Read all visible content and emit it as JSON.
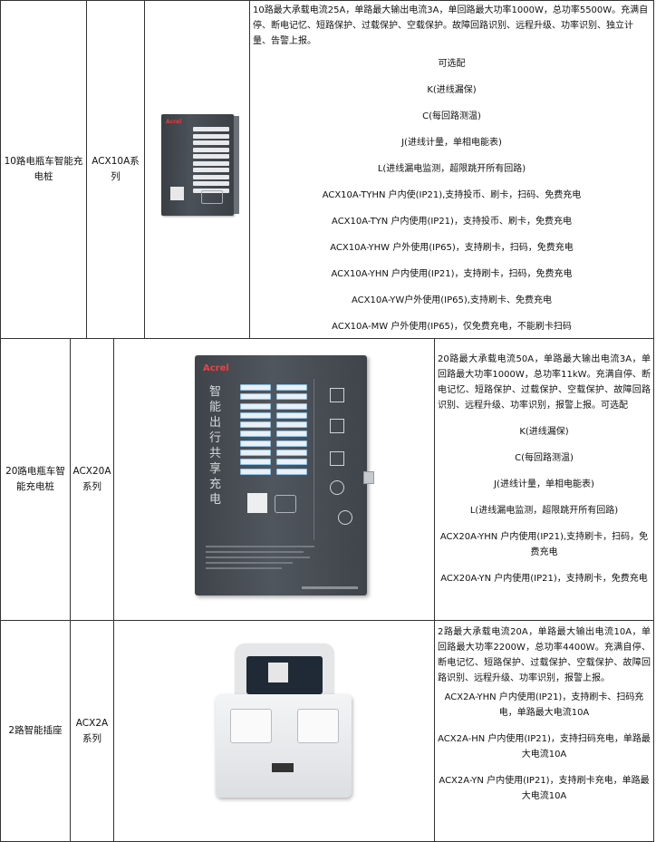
{
  "rows": [
    {
      "name": "10路电瓶车智能充电桩",
      "series": "ACX10A系列",
      "lead": "10路最大承载电流25A，单路最大输出电流3A，单回路最大功率1000W，总功率5500W。充满自停、断电记忆、短路保护、过载保护、空载保护。故障回路识别、远程升级、功率识别、独立计量、告警上报。",
      "options": [
        "可选配",
        "K(进线漏保)",
        "C(每回路测温)",
        "J(进线计量，单相电能表)",
        "L(进线漏电监测，超限跳开所有回路)"
      ],
      "models": [
        "ACX10A-TYHN 户内使(IP21),支持投币、刷卡，扫码、免费充电",
        "ACX10A-TYN 户内使用(IP21)，支持投币、刷卡，免费充电",
        "ACX10A-YHW 户外使用(IP65)，支持刷卡，扫码，免费充电",
        "ACX10A-YHN 户内使用(IP21)，支持刷卡，扫码，免费充电",
        "ACX10A-YW户外使用(IP65),支持刷卡、免费充电",
        "ACX10A-MW 户外使用(IP65)，仅免费充电，不能刷卡扫码"
      ],
      "device": {
        "logo": "Acrel"
      }
    },
    {
      "name": "20路电瓶车智能充电桩",
      "series": "ACX20A系列",
      "lead": "20路最大承载电流50A，单路最大输出电流3A，单回路最大功率1000W，总功率11kW。充满自停、断电记忆、短路保护、过载保护、空载保护、故障回路识别、远程升级、功率识别，报警上报。可选配",
      "options": [
        "K(进线漏保)",
        "C(每回路测温)",
        "J(进线计量，单相电能表)",
        "L(进线漏电监测，超限跳开所有回路)"
      ],
      "models": [
        "ACX20A-YHN 户内使用(IP21),支持刷卡，扫码，免费充电",
        "ACX20A-YN 户内使用(IP21)，支持刷卡，免费充电"
      ],
      "device": {
        "logo": "Acrel",
        "vertical_text": "智能出行 共享充电"
      }
    },
    {
      "name": "2路智能插座",
      "series": "ACX2A系列",
      "lead": "2路最大承载电流20A，单路最大输出电流10A，单回路最大功率2200W，总功率4400W。充满自停、断电记忆、短路保护、过载保护、空载保护、故障回路识别、远程升级、功率识别，报警上报。",
      "options": [],
      "models": [
        "ACX2A-YHN 户内使用(IP21)，支持刷卡、扫码充电，单路最大电流10A",
        "ACX2A-HN 户内使用(IP21)，支持扫码充电，单路最大电流10A",
        "ACX2A-YN 户内使用(IP21)，支持刷卡充电，单路最大电流10A"
      ],
      "device": {}
    }
  ]
}
